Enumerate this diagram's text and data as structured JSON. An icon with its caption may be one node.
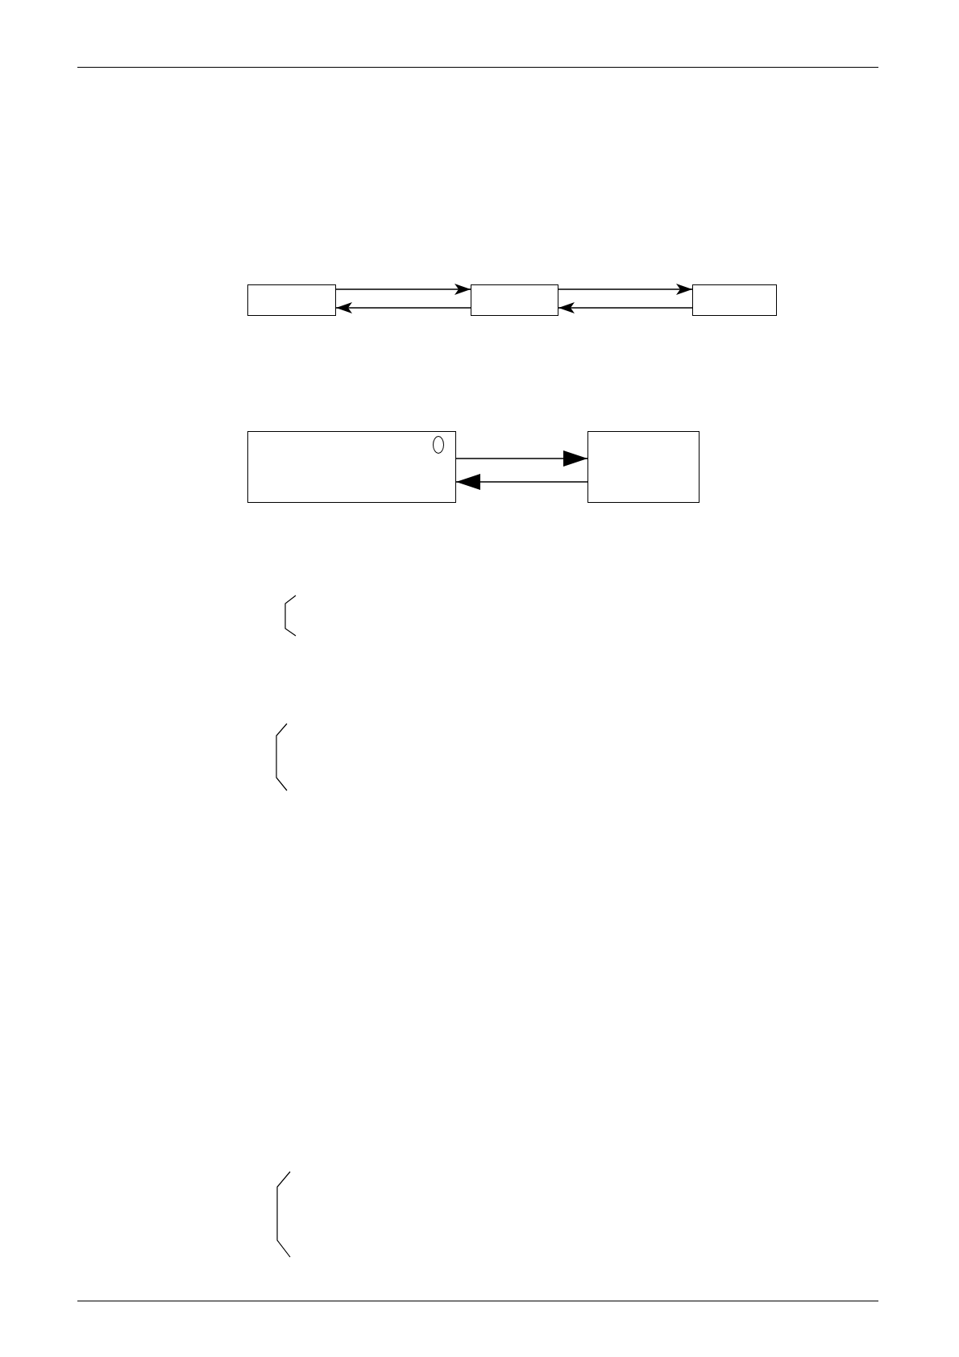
{
  "diagram": {
    "nodes": [
      {
        "text": [],
        "shape": "box"
      },
      {
        "text": [],
        "shape": "box"
      },
      {
        "text": [],
        "shape": "box"
      },
      {
        "text": [],
        "shape": "box"
      },
      {
        "text": [],
        "shape": "circle",
        "in": 3
      },
      {
        "text": [],
        "shape": "box"
      }
    ],
    "edges": [
      {
        "from": 0,
        "to": 1,
        "arrow": "to"
      },
      {
        "from": 1,
        "to": 0,
        "arrow": "to"
      },
      {
        "from": 1,
        "to": 2,
        "arrow": "to"
      },
      {
        "from": 2,
        "to": 1,
        "arrow": "to"
      },
      {
        "from": 3,
        "to": 5,
        "arrow": "to"
      },
      {
        "from": 5,
        "to": 3,
        "arrow": "to"
      }
    ]
  }
}
